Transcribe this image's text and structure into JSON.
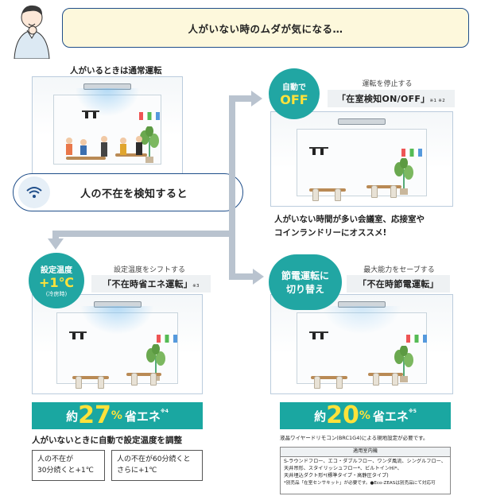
{
  "banner": {
    "text": "人がいない時のムダが気になる…"
  },
  "top_left": {
    "caption": "人がいるときは通常運転"
  },
  "detect": {
    "label": "人の不在を検知すると"
  },
  "off_panel": {
    "circle_line1": "自動で",
    "circle_line2": "OFF",
    "sub": "運転を停止する",
    "title": "「在室検知ON/OFF」",
    "title_note": "※1 ※2",
    "desc_line1": "人がいない時間が多い会議室、応接室や",
    "desc_line2": "コインランドリーにオススメ!"
  },
  "shift_panel": {
    "circle_line1": "設定温度",
    "circle_line2": "+1℃",
    "circle_line3": "(冷房時)",
    "sub": "設定温度をシフトする",
    "title": "「不在時省エネ運転」",
    "title_note": "※3",
    "save_prefix": "約",
    "save_num": "27",
    "save_pct": "%",
    "save_word": "省エネ",
    "save_note": "※4",
    "desc": "人がいないときに自動で設定温度を調整",
    "box1_line1": "人の不在が",
    "box1_line2": "30分続くと+1℃",
    "box2_line1": "人の不在が60分続くと",
    "box2_line2": "さらに+1℃"
  },
  "power_panel": {
    "circle_line1": "節電運転に",
    "circle_line2": "切り替え",
    "sub": "最大能力をセーブする",
    "title": "「不在時節電運転」",
    "save_prefix": "約",
    "save_num": "20",
    "save_pct": "%",
    "save_word": "省エネ",
    "save_note": "※5",
    "remote_note": "液晶ワイヤードリモコン(BRC1G4)による現地設定が必要です。",
    "models_title": "適用室内機",
    "models_line1": "S-ラウンドフロー、エコ・ダブルフロー、ワンダ風流、シングルフロー、",
    "models_line2": "天井吊形、スタイリッシュフロー*、ビルトインHi*、",
    "models_line3": "天井埋込ダクト形*(標準タイプ・高静圧タイプ)",
    "models_line4": "*別売品「在室センサキット」が必要です。●Eco-ZEASは別売品にて対応可"
  },
  "colors": {
    "teal": "#21a6a3",
    "navy": "#1f4e8a",
    "yellow": "#ffe23a",
    "banner_bg": "#fdf8dc",
    "arrow": "#b9c3cf"
  }
}
